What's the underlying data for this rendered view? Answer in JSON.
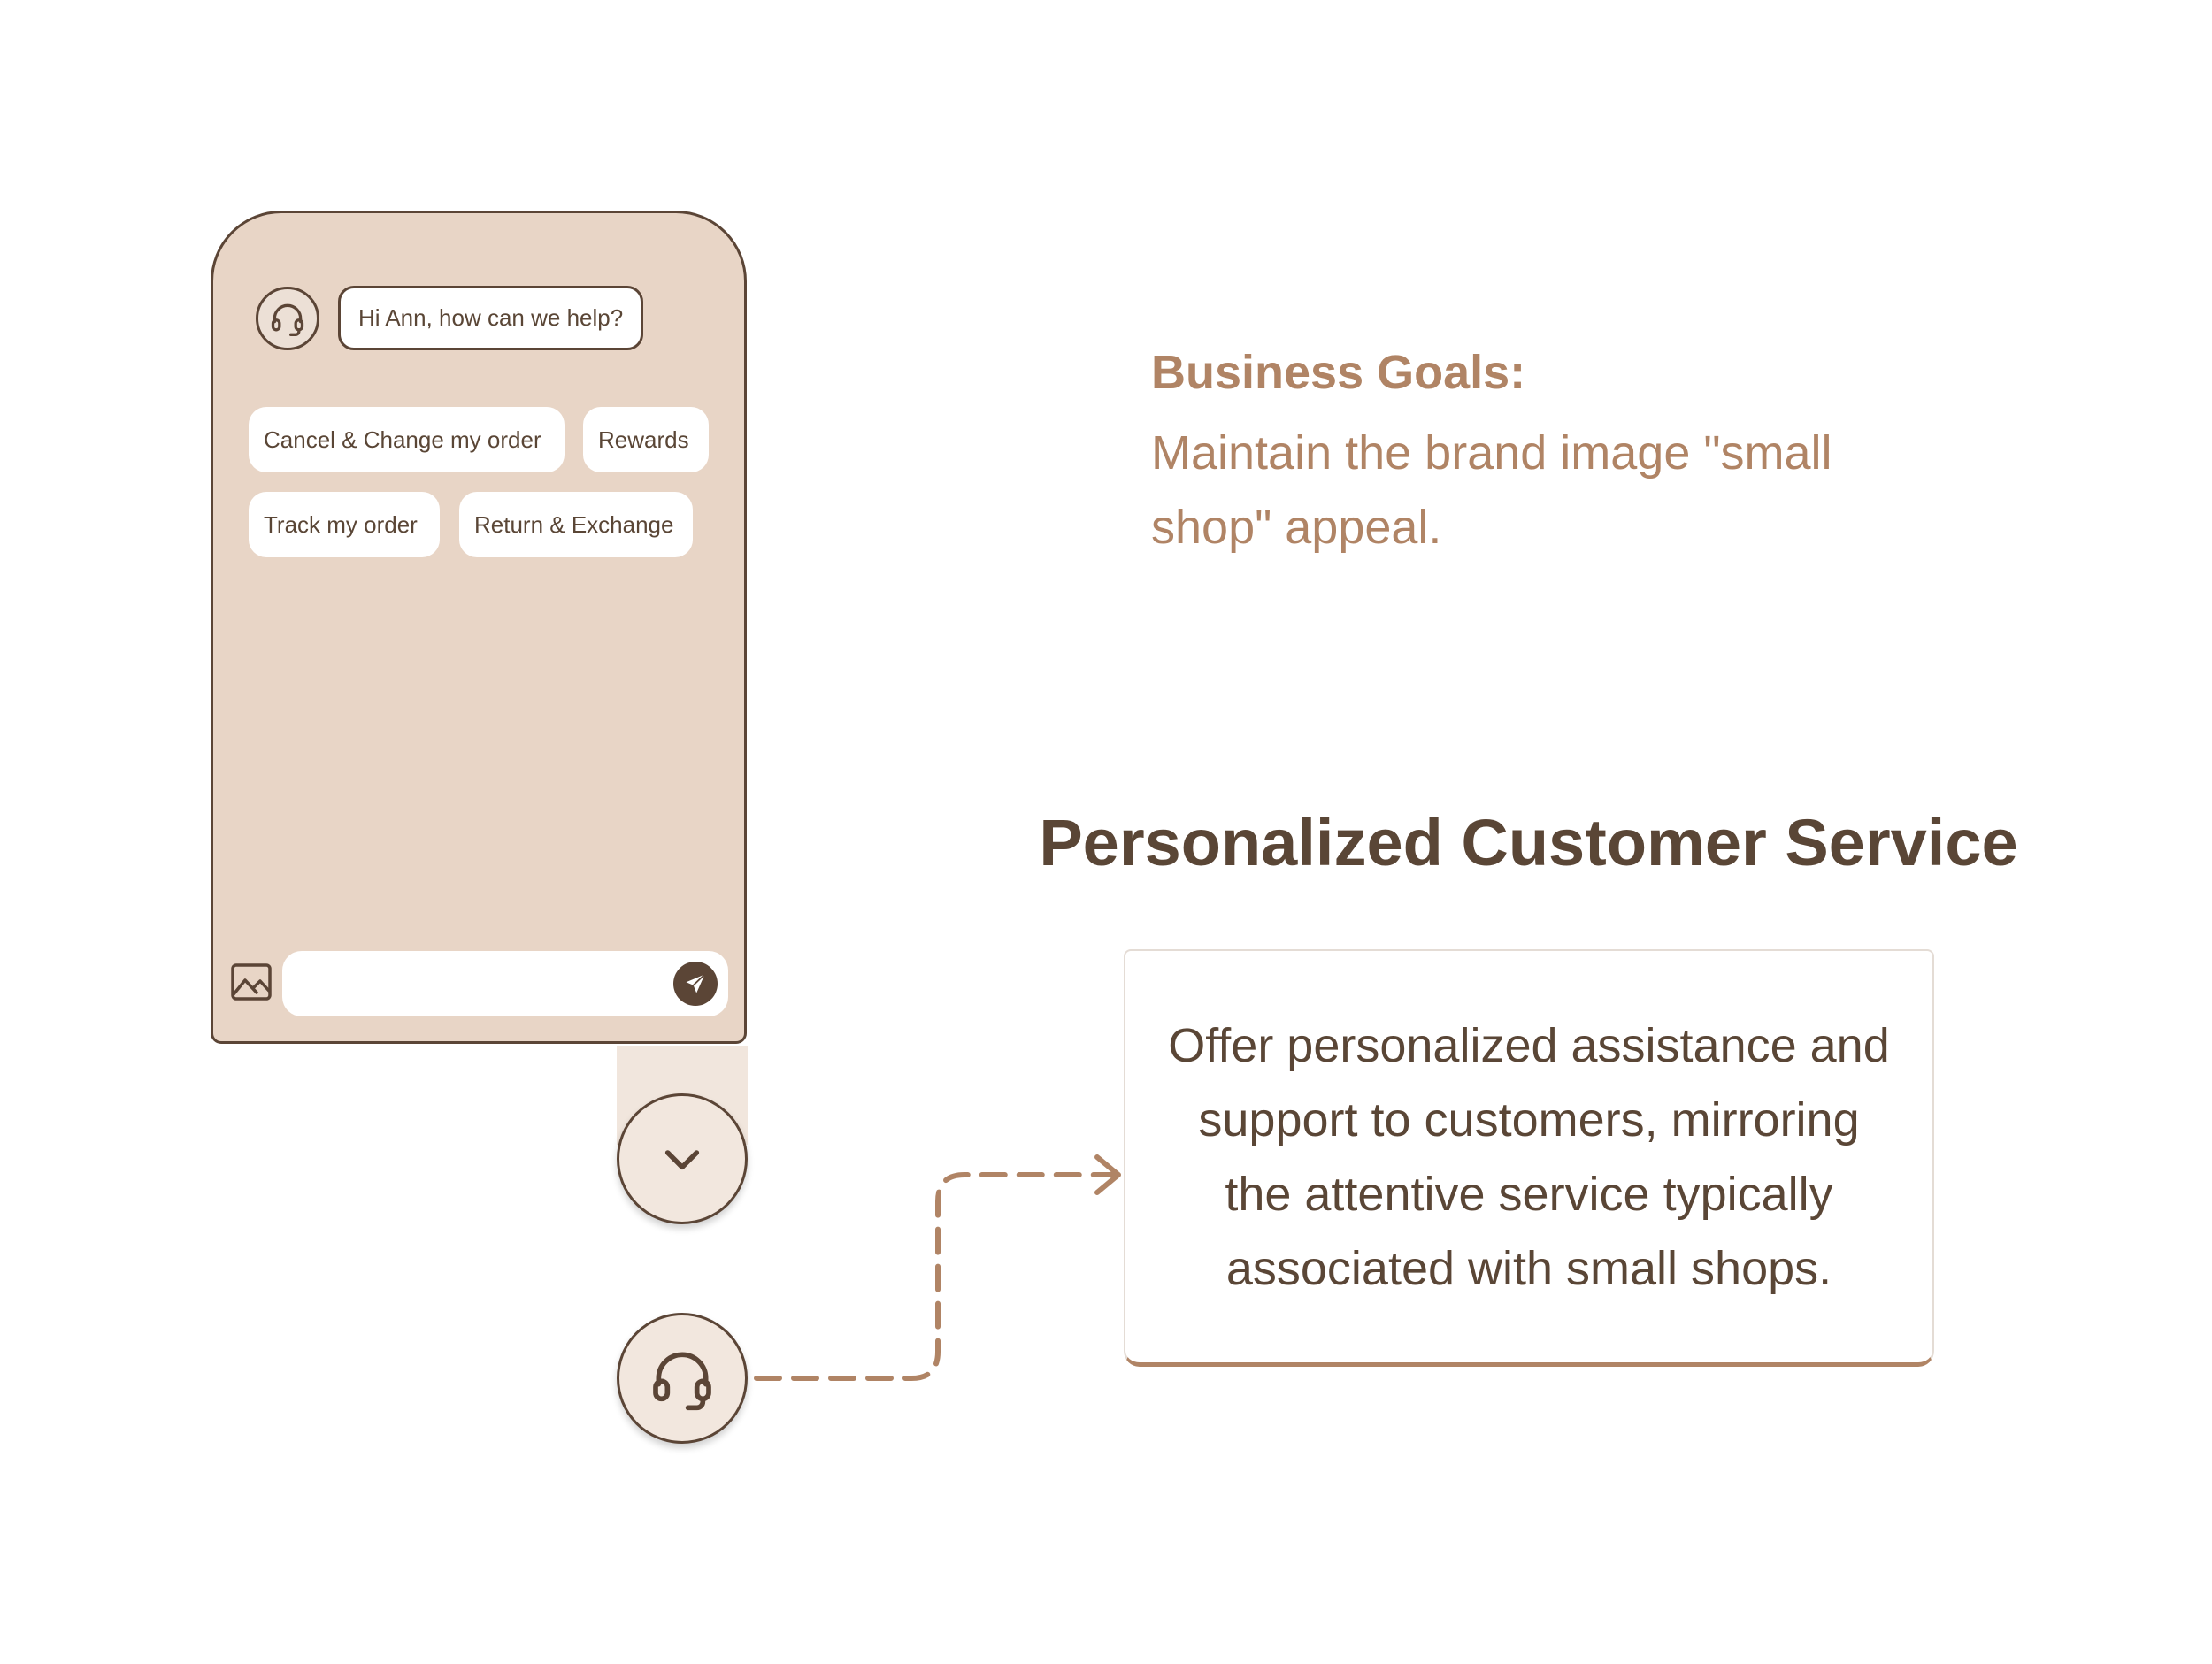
{
  "chat": {
    "greeting": "Hi Ann, how can we help?",
    "quick_replies": [
      "Cancel & Change my order",
      "Rewards",
      "Track my order",
      "Return & Exchange"
    ],
    "input_value": "",
    "input_placeholder": ""
  },
  "goals": {
    "label": "Business Goals:",
    "text": "Maintain the brand image \"small shop\" appeal."
  },
  "feature": {
    "title": "Personalized Customer Service",
    "description": "Offer personalized assistance and support to customers, mirroring the attentive service typically associated with small shops."
  },
  "icons": {
    "agent": "headset-icon",
    "image_upload": "image-icon",
    "send": "paper-plane-icon",
    "collapse": "chevron-down-icon",
    "launcher": "headset-icon",
    "connector": "dashed-arrow-icon"
  },
  "colors": {
    "panel_background": "#e8d5c6",
    "outline_brown": "#5b4536",
    "accent_tan": "#b08465",
    "text_dark": "#5a4636",
    "button_background": "#f2e7de"
  }
}
